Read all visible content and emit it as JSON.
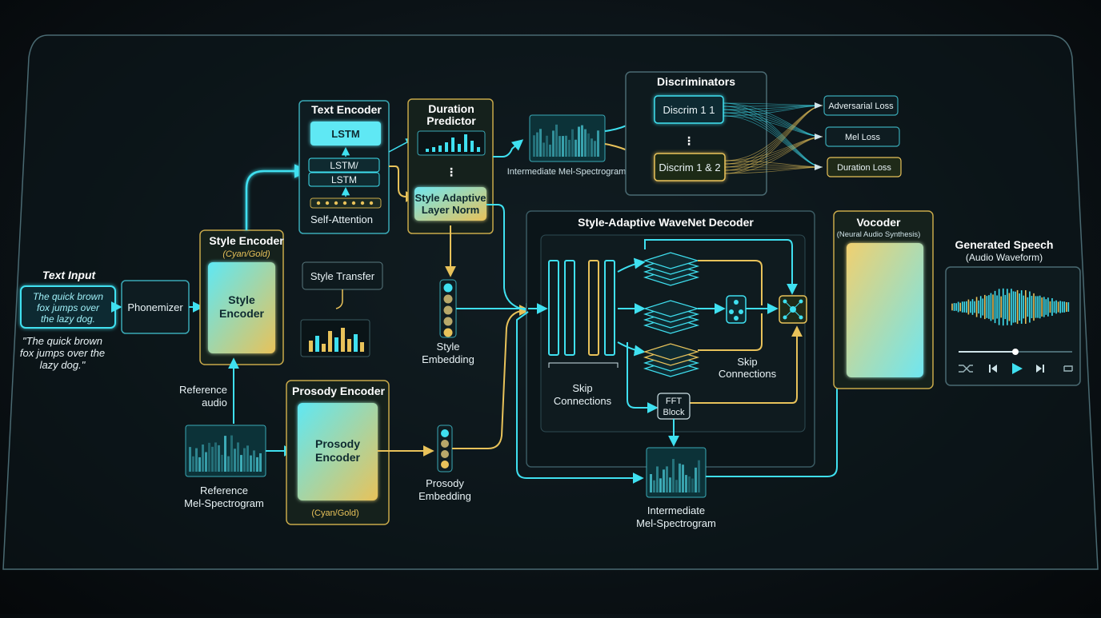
{
  "text_input": {
    "title": "Text Input",
    "box_text": [
      "The quick brown",
      "fox jumps over",
      "the lazy dog."
    ],
    "quote": [
      "\"The quick brown",
      "fox jumps over the",
      "lazy dog.\""
    ]
  },
  "phonemizer": {
    "label": "Phonemizer"
  },
  "style_encoder": {
    "title": "Style Encoder",
    "subtitle": "(Cyan/Gold)",
    "inner": [
      "Style",
      "Encoder"
    ]
  },
  "reference_audio": {
    "label": [
      "Reference",
      "audio"
    ]
  },
  "reference_mel": {
    "label": [
      "Reference",
      "Mel-Spectrogram"
    ]
  },
  "text_encoder": {
    "title": "Text Encoder",
    "lstm_main": "LSTM",
    "lstm_a": "LSTM/",
    "lstm_b": "LSTM",
    "attention_label": "Self-Attention"
  },
  "duration_predictor": {
    "title": [
      "Duration",
      "Predictor"
    ],
    "norm_label": [
      "Style Adaptive",
      "Layer Norm"
    ]
  },
  "style_transfer": {
    "label": "Style Transfer"
  },
  "style_embedding": {
    "label": [
      "Style",
      "Embedding"
    ]
  },
  "prosody_encoder": {
    "title": "Prosody Encoder",
    "inner": [
      "Prosody",
      "Encoder"
    ],
    "subtitle": "(Cyan/Gold)"
  },
  "prosody_embedding": {
    "label": [
      "Prosody",
      "Embedding"
    ]
  },
  "intermediate_mel_top": {
    "label": "Intermediate Mel-Spectrogram"
  },
  "discriminators": {
    "title": "Discriminators",
    "d1": "Discrim 1 1",
    "d2": "Discrim 1 & 2"
  },
  "losses": [
    "Adversarial Loss",
    "Mel Loss",
    "Duration Loss"
  ],
  "wavenet": {
    "title": "Style-Adaptive WaveNet Decoder",
    "skip_left": [
      "Skip",
      "Connections"
    ],
    "skip_right": [
      "Skip",
      "Connections"
    ],
    "fft": [
      "FFT",
      "Block"
    ]
  },
  "intermediate_mel_bottom": {
    "label": [
      "Intermediate",
      "Mel-Spectrogram"
    ]
  },
  "vocoder": {
    "title": "Vocoder",
    "subtitle": "(Neural Audio Synthesis)"
  },
  "generated_speech": {
    "title": "Generated Speech",
    "subtitle": "(Audio Waveform)"
  },
  "player": {
    "progress": 0.5
  },
  "colors": {
    "cyan": "#3fe0f0",
    "gold": "#e8c25a",
    "bg": "#0b1216"
  }
}
